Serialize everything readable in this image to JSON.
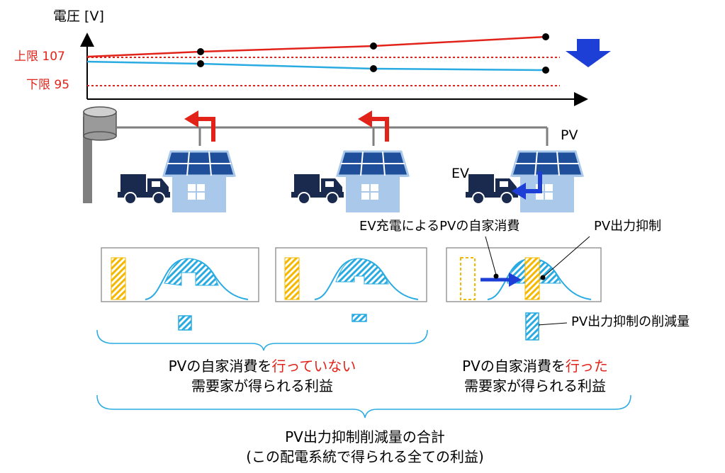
{
  "axis": {
    "y_label": "電圧 [V]"
  },
  "limits": {
    "upper_label": "上限 107",
    "lower_label": "下限 95"
  },
  "labels": {
    "pv": "PV",
    "ev": "EV",
    "ev_self_consumption": "EV充電によるPVの自家消費",
    "pv_curtailment": "PV出力抑制",
    "curtailment_reduction": "PV出力抑制の削減量"
  },
  "benefits": {
    "without": {
      "prefix": "PVの自家消費を",
      "highlight": "行っていない",
      "line2": "需要家が得られる利益"
    },
    "with": {
      "prefix": "PVの自家消費を",
      "highlight": "行った",
      "line2": "需要家が得られる利益"
    }
  },
  "total": {
    "line1": "PV出力抑制削減量の合計",
    "line2": "(この配電系統で得られる全ての利益)"
  },
  "colors": {
    "red": "#e2231a",
    "blue": "#29abe2",
    "yellow": "#f5b800",
    "arrow_blue": "#1e3fd6",
    "navy": "#1a2a4f",
    "house": "#a9c8ea",
    "panel": "#1f4f9a",
    "gray": "#7f7f7f"
  }
}
